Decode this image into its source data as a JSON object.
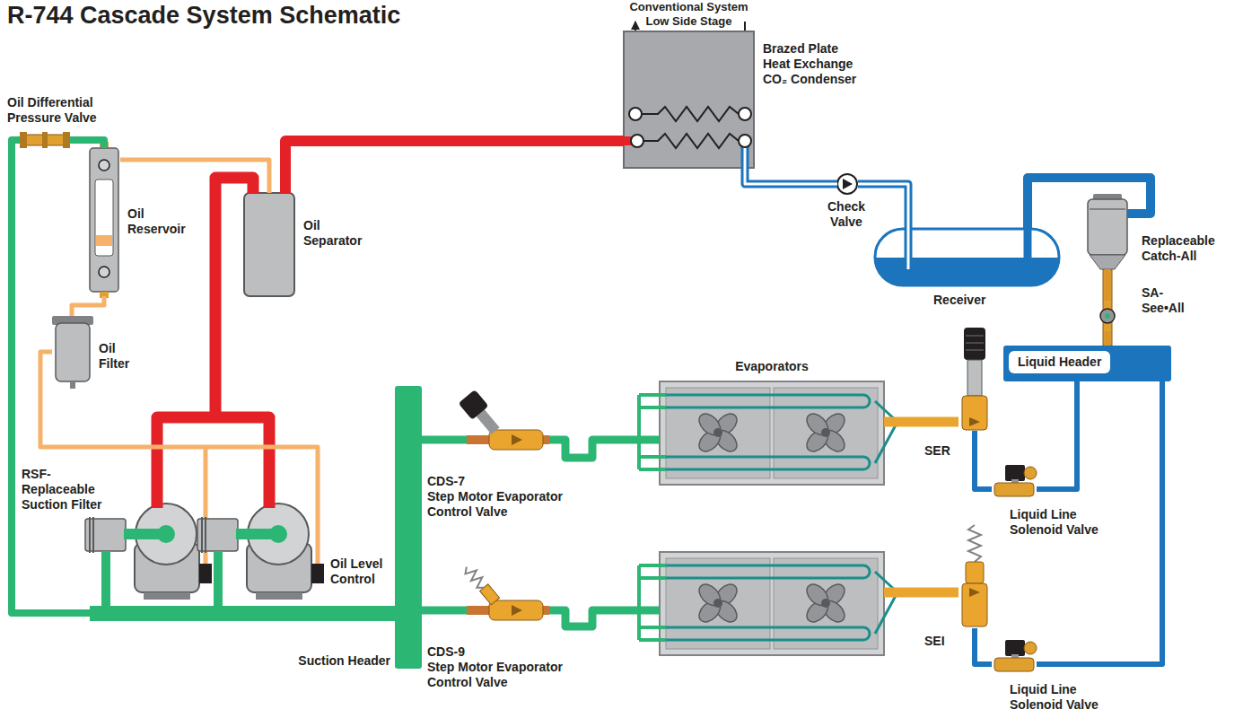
{
  "diagram": {
    "title": "R-744 Cascade System Schematic",
    "nodes": [
      {
        "text": [
          "Oil Differential Pressure Valve"
        ]
      },
      {
        "text": [
          "Oil Reservoir"
        ]
      },
      {
        "text": [
          "Oil Separator"
        ]
      },
      {
        "text": [
          "Brazed Plate Heat Exchange CO₂ Condenser"
        ]
      },
      {
        "text": [
          "Check Valve"
        ]
      },
      {
        "text": [
          "Receiver"
        ]
      },
      {
        "text": [
          "Replaceable Catch-All"
        ]
      },
      {
        "text": [
          "SA- See•All"
        ]
      },
      {
        "text": [
          "Oil Filter"
        ]
      },
      {
        "text": [
          "Liquid Header"
        ]
      },
      {
        "text": [
          "Evaporators"
        ]
      },
      {
        "text": [
          "SER"
        ]
      },
      {
        "text": [
          "Liquid Line Solenoid Valve"
        ]
      },
      {
        "text": [
          "CDS-7",
          "Step Motor Evaporator Control Valve"
        ]
      },
      {
        "text": [
          "RSF- Replaceable Suction Filter"
        ]
      },
      {
        "text": [
          "Oil Level Control"
        ]
      },
      {
        "text": [
          "SEI"
        ]
      },
      {
        "text": [
          "Suction Header"
        ]
      },
      {
        "text": [
          "Liquid Line Solenoid Valve"
        ]
      },
      {
        "text": [
          "CDS-9",
          "Step Motor Evaporator Control Valve"
        ]
      }
    ],
    "edges": [
      {
        "from": 2,
        "to": 3,
        "arrow": "none"
      },
      {
        "from": 3,
        "to": 4,
        "arrow": "none"
      },
      {
        "from": 4,
        "to": 5,
        "arrow": "none"
      },
      {
        "from": 5,
        "to": 6,
        "arrow": "none"
      },
      {
        "from": 6,
        "to": 7,
        "arrow": "none"
      },
      {
        "from": 7,
        "to": 9,
        "arrow": "none"
      },
      {
        "from": 9,
        "to": 12,
        "arrow": "none"
      },
      {
        "from": 9,
        "to": 18,
        "arrow": "none"
      },
      {
        "from": 12,
        "to": 11,
        "arrow": "none"
      },
      {
        "from": 18,
        "to": 16,
        "arrow": "none"
      },
      {
        "from": 11,
        "to": 10,
        "arrow": "none"
      },
      {
        "from": 10,
        "to": 13,
        "arrow": "none"
      },
      {
        "from": 13,
        "to": 17,
        "arrow": "none"
      },
      {
        "from": 19,
        "to": 17,
        "arrow": "none"
      },
      {
        "from": 2,
        "to": 1,
        "arrow": "none"
      },
      {
        "from": 1,
        "to": 8,
        "arrow": "none"
      },
      {
        "from": 8,
        "to": 15,
        "arrow": "none"
      },
      {
        "from": 1,
        "to": 0,
        "arrow": "none"
      },
      {
        "from": 0,
        "to": 17,
        "arrow": "none"
      }
    ],
    "labels": [
      "Conventional System Low Side Stage"
    ]
  }
}
